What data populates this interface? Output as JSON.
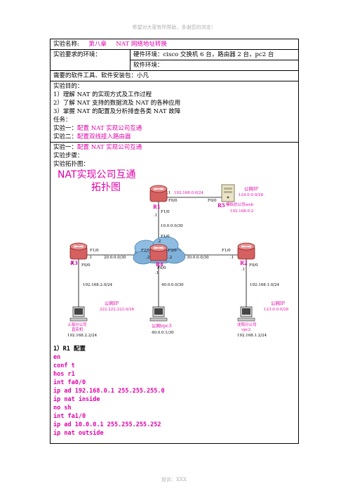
{
  "header": {
    "note": "希望对大家有所帮助，多谢您的浏览！"
  },
  "footer": {
    "note": "投诉：XXX"
  },
  "table": {
    "name_label": "实验名称:",
    "name_chapter": "第八章",
    "name_title": "NAT 网络地址转换",
    "env_label": "实验要求的环境：",
    "hardware": "硬件环境：cisco 交换机 6 台，路由器 2 台，pc2 台",
    "software": "软件环境：",
    "tools": "需要的软件工具、软件安装包：小凡",
    "purpose_title": "实验目的：",
    "purposes": [
      "1）理解 NAT 的实现方式及工作过程",
      "2）了解 NAT 支持的数据流及 NAT 的各种应用",
      "3）掌握 NAT 的配置及分析排查各类 NAT 故障"
    ],
    "task_label": "任务：",
    "task1_prefix": "实验一：",
    "task1": "配置 NAT 实现公司互通",
    "task2_prefix": "实验二：",
    "task2": "配置双线接入路由器",
    "exp1_prefix": "实验一：",
    "exp1": "配置 NAT 实现公司互通",
    "steps": "实验步骤：",
    "topo": "实验拓扑图：",
    "section": "1）R1 配置",
    "code": [
      "en",
      "conf t",
      "hos r1",
      "int fa0/0",
      "ip ad 192.168.0.1 255.255.255.0",
      "ip nat inside",
      "no sh",
      "int fa1/0",
      "ip ad 10.0.0.1 255.255.255.252",
      "ip nat outside"
    ]
  },
  "diagram": {
    "title_line1": "NAT实现公司互通",
    "title_line2": "拓扑图",
    "r1": "R1",
    "r3": "R3",
    "r4": "R4",
    "r2": "R2",
    "r5": "R5",
    "labels": {
      "r1_f00_dot": ".1",
      "r1_net": "192.168.0.0/24",
      "r1_f00": "F0/0",
      "r5_f00": "F0/0",
      "r1_f10": "F1/0",
      "r1_f10_dot": ".1",
      "public_ip_r5": "公网IP",
      "public_ip_r5_net": "124.0.0.0/28",
      "r5_desc": "模拟总公司web",
      "r5_ip": "192.168.0.2",
      "net_10": "10.0.0.0/30",
      "r4_f10": "F1/0",
      "r4_f10_dot": ".2",
      "r3_f10": "F1/0",
      "r3_f10_dot": ".1",
      "net_20": "20.0.0.0/30",
      "r4_f20": "F2/0",
      "r4_f20_dot": ".2",
      "r4_f30": "F3/0",
      "r4_f30_dot": ".2",
      "net_30": "30.0.0.0/30",
      "r2_f10": "F1/0",
      "r2_f10_dot": ".1",
      "r3_dot": ".1",
      "r3_f00": "F0/0",
      "r4_f00": "F0/0",
      "r4_f00_dot": ".1",
      "r2_f00": "F0/0",
      "r2_dot": ".1",
      "net_192_2": "192.168.2.0/24",
      "net_40": "40.0.0.0/30",
      "net_192_1": "192.168.1.0/24",
      "pc_sh_public": "公网IP",
      "pc_sh_public_net": "222.222.222.0/26",
      "pc_sh_name1": "上海分公司",
      "pc_sh_name2": "直实机",
      "pc_sh_ip": "192.168.2.2/24",
      "vpc3_public": "公网vpc3",
      "vpc3_ip": "40.0.0.1/30",
      "pc_sy_public": "公网IP",
      "pc_sy_public_net": "123.0.0.0/28",
      "pc_sy_name1": "沈阳分公司",
      "pc_sy_name2": "vpc2",
      "pc_sy_ip": "192.168.1.2/24"
    }
  }
}
